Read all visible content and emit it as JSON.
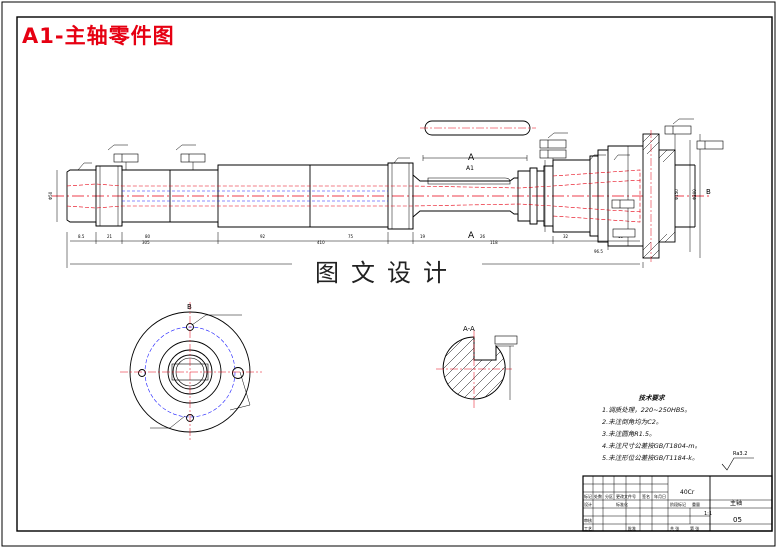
{
  "title": "A1-主轴零件图",
  "watermark": "图文设计",
  "view_labels": {
    "section_a_top": "A",
    "section_a_bottom": "A",
    "view_b_side": "B",
    "view_b": "B",
    "section_aa": "A-A",
    "groove_label": "A1"
  },
  "tech_notes": {
    "title": "技术要求",
    "items": [
      "1.调质处理，220~250HBS。",
      "2.未注倒角均为C2。",
      "3.未注圆角R1.5。",
      "4.未注尺寸公差按GB/T1804-m。",
      "5.未注形位公差按GB/T1184-k。"
    ]
  },
  "title_block": {
    "material": "40Cr",
    "part_name": "主轴",
    "drawing_no": "05",
    "scale": "1:1"
  },
  "roughness_mark": "Ra3.2",
  "colors": {
    "title": "#e60012",
    "centerline": "#e60012",
    "hidden": "#1a1aff",
    "line": "#000000"
  }
}
